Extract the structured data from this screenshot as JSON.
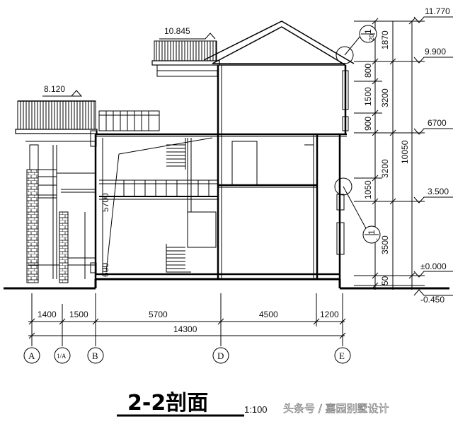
{
  "title": "2-2剖面",
  "scale": "1:100",
  "watermark": "头条号 / 嘉园别墅设计",
  "elevations": {
    "ridge": "11.770",
    "eave_right": "9.900",
    "parapet_top": "10.845",
    "left_roof": "8.120",
    "second_floor": "6700",
    "first_floor": "3.500",
    "ground": "±0.000",
    "outside": "-0.450"
  },
  "bottom_dims": {
    "segments": [
      "1400",
      "1500",
      "5700",
      "4500",
      "1200"
    ],
    "total": "14300"
  },
  "right_dims": {
    "inner": [
      "1870",
      "800",
      "1500",
      "900",
      "1050",
      "3500",
      "50"
    ],
    "outer": [
      "3200",
      "3200",
      "10050"
    ]
  },
  "inner_dims": {
    "stair_height": "5700",
    "step": "600"
  },
  "axes": [
    "A",
    "1/A",
    "B",
    "D",
    "E"
  ],
  "detail_callouts": [
    {
      "num": "1",
      "sheet": "-"
    },
    {
      "num": "1",
      "sheet": "20"
    }
  ],
  "colors": {
    "line": "#000000",
    "paper": "#ffffff"
  }
}
